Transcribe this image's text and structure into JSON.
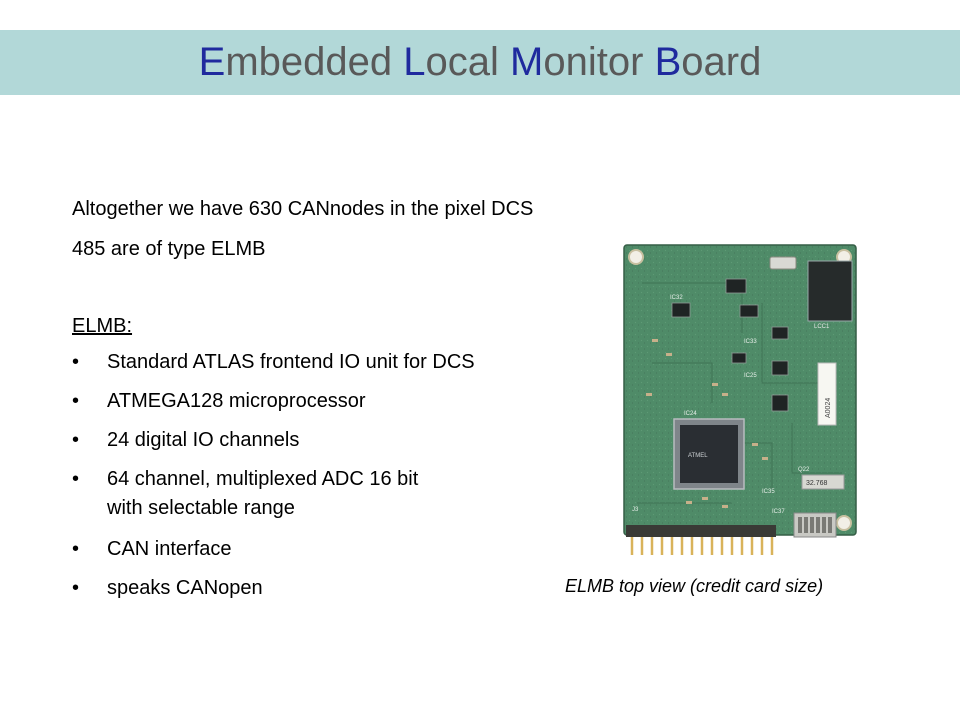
{
  "title": {
    "words": [
      {
        "initial": "E",
        "rest": "mbedded"
      },
      {
        "initial": "L",
        "rest": "ocal"
      },
      {
        "initial": "M",
        "rest": "onitor"
      },
      {
        "initial": "B",
        "rest": "oard"
      }
    ]
  },
  "intro": {
    "line1": "Altogether we have 630 CANnodes in the pixel DCS",
    "line2": "485 are of type ELMB"
  },
  "section": {
    "heading": "ELMB:",
    "bullet_symbol": "•",
    "bullets": [
      {
        "line1": "Standard ATLAS frontend IO unit for DCS"
      },
      {
        "line1": "ATMEGA128 microprocessor"
      },
      {
        "line1": "24 digital IO channels"
      },
      {
        "line1": "64 channel, multiplexed ADC 16 bit",
        "line2": "with selectable range"
      },
      {
        "line1": "CAN interface"
      },
      {
        "line1": "speaks CANopen"
      }
    ]
  },
  "image": {
    "caption": "ELMB top view (credit card size)",
    "board_labels": {
      "ic32": "IC32",
      "ic33": "IC33",
      "ic25": "IC25",
      "ic24": "IC24",
      "ic35": "IC35",
      "ic37": "IC37",
      "q22": "Q22",
      "crystal": "32.768",
      "serial": "A0024",
      "j3": "J3",
      "lcc": "LCC1"
    }
  },
  "colors": {
    "title_bar": "#b2d8d8",
    "title_initial": "#1f2a9e",
    "title_text": "#595959",
    "pcb": "#4d8a66"
  }
}
